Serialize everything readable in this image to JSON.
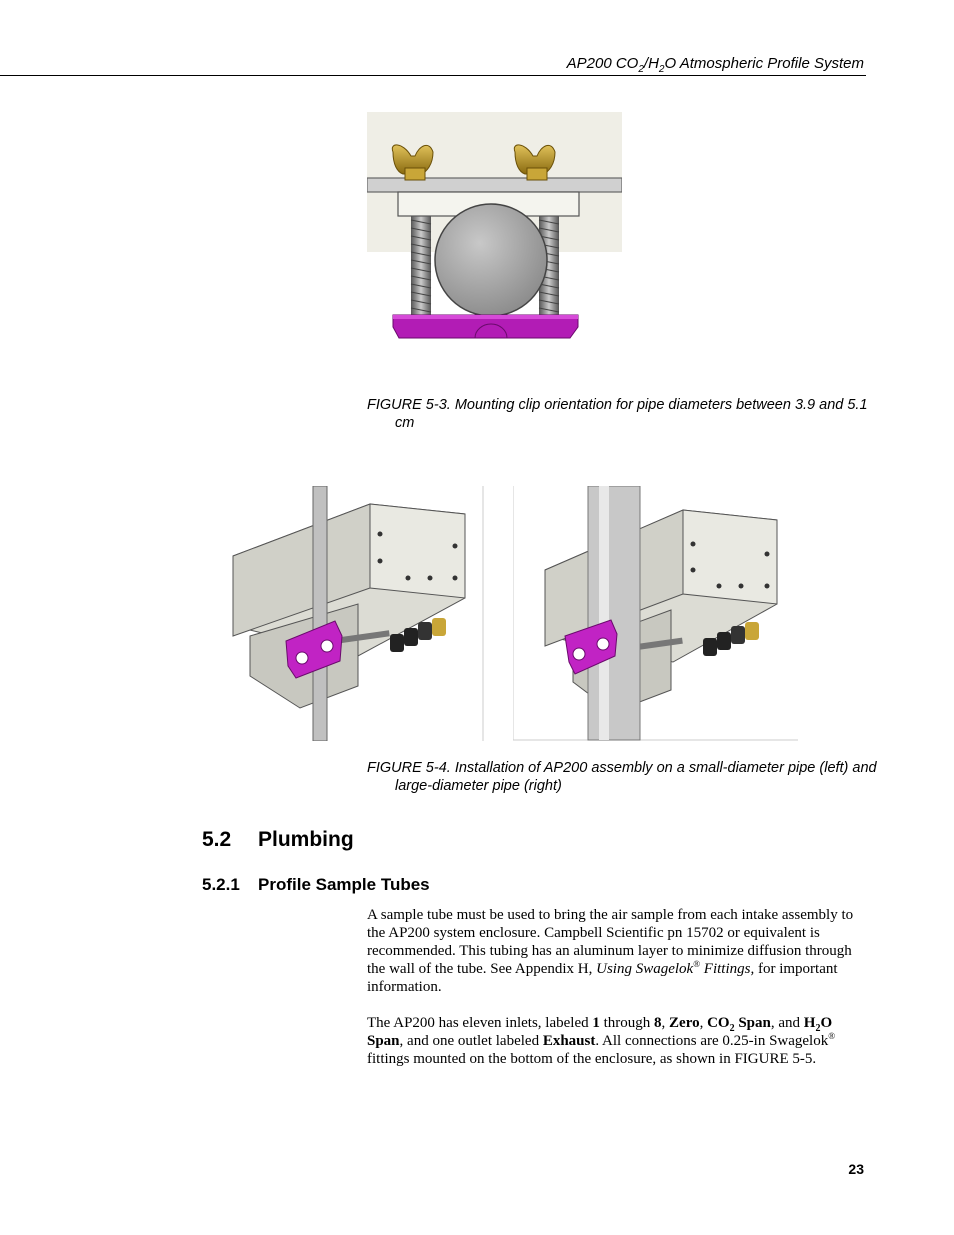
{
  "header": {
    "title_pre": "AP200 CO",
    "title_sub1": "2",
    "title_mid": "/H",
    "title_sub2": "2",
    "title_post": "O Atmospheric Profile System"
  },
  "figure_5_3": {
    "caption": "FIGURE 5-3.  Mounting clip orientation for pipe diameters between 3.9 and 5.1 cm"
  },
  "figure_5_4": {
    "caption": "FIGURE 5-4.  Installation of AP200 assembly on a small-diameter pipe (left) and large-diameter pipe (right)"
  },
  "section": {
    "number": "5.2",
    "title": "Plumbing"
  },
  "subsection": {
    "number": "5.2.1",
    "title": "Profile Sample Tubes"
  },
  "paragraph1": {
    "text_a": "A sample tube must be used to bring the air sample from each intake assembly to the AP200 system enclosure.  Campbell Scientific pn 15702 or equivalent is recommended. This tubing has an aluminum layer to minimize diffusion through the wall of the tube. See Appendix H, ",
    "italic_a": "Using Swagelok",
    "reg": "®",
    "italic_b": " Fittings,",
    "text_b": " for important information."
  },
  "paragraph2": {
    "t1": "The AP200 has eleven inlets, labeled ",
    "b1": "1",
    "t2": " through ",
    "b2": "8",
    "t3": ", ",
    "b3": "Zero",
    "t4": ", ",
    "b4_pre": "CO",
    "b4_sub": "2",
    "b4_post": " Span",
    "t5": ", and ",
    "b5_pre": "H",
    "b5_sub": "2",
    "b5_post": "O Span",
    "t6": ", and one outlet labeled ",
    "b6": "Exhaust",
    "t7": ".  All connections are 0.25-in Swagelok",
    "reg": "®",
    "t8": " fittings mounted on the bottom of the enclosure, as shown in FIGURE 5-5."
  },
  "page_number": "23"
}
